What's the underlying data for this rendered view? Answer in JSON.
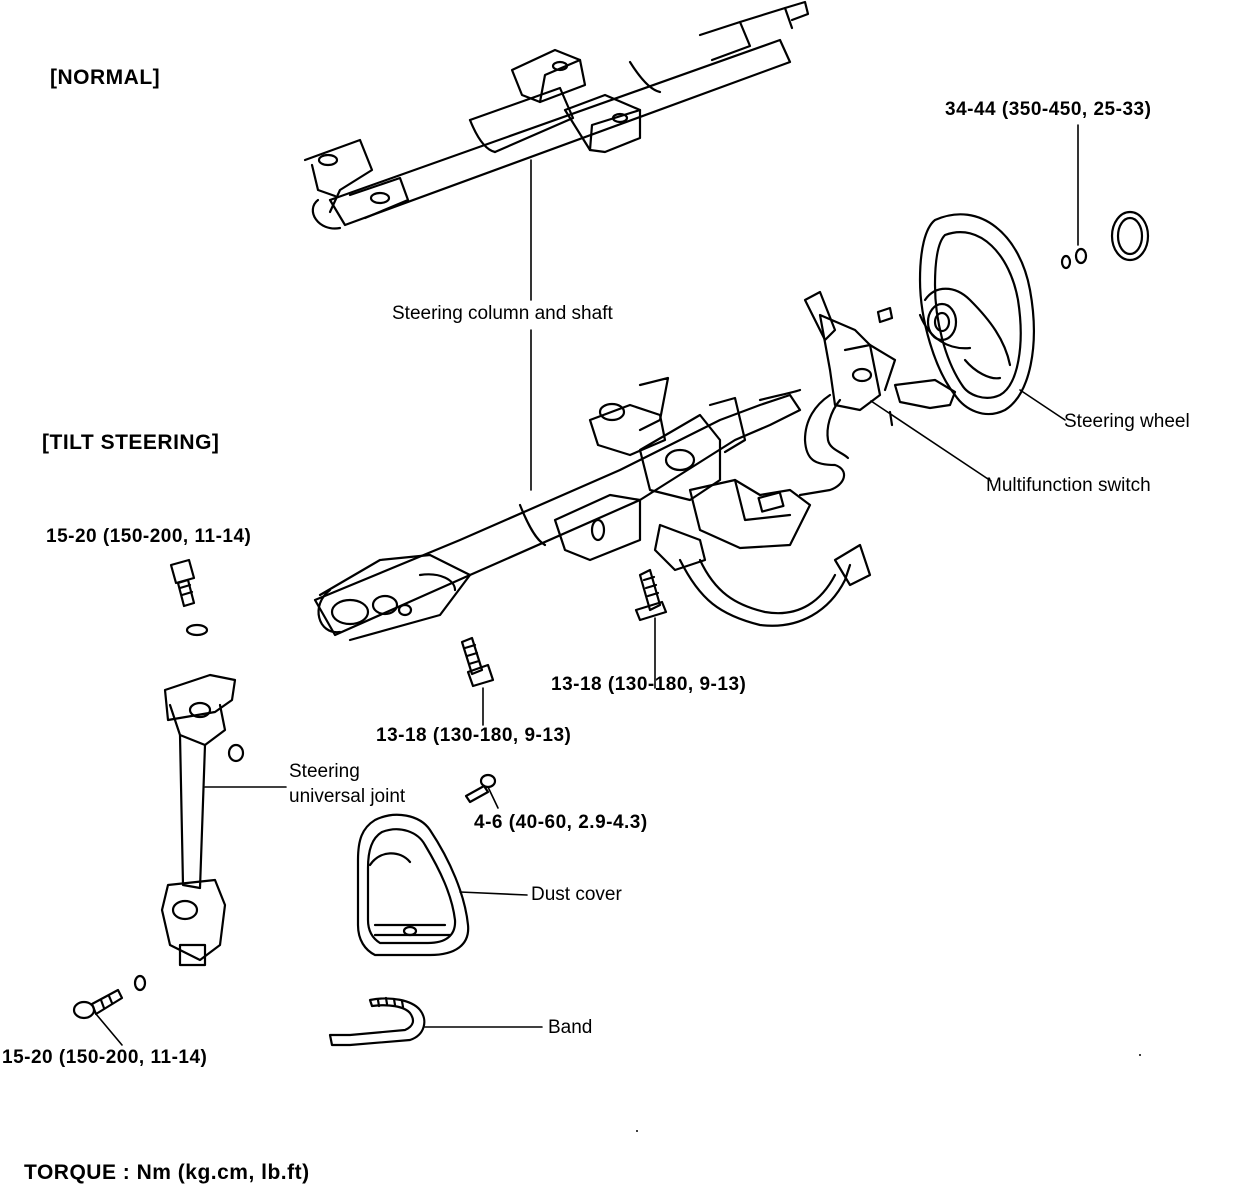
{
  "headings": {
    "normal": "[NORMAL]",
    "tilt": "[TILT STEERING]"
  },
  "torques": {
    "steering_wheel_nut": "34-44 (350-450, 25-33)",
    "upper_bolt": "15-20 (150-200, 11-14)",
    "column_bolt_right": "13-18 (130-180, 9-13)",
    "column_bolt_left": "13-18 (130-180, 9-13)",
    "dust_cover_bolt": "4-6 (40-60, 2.9-4.3)",
    "lower_bolt": "15-20 (150-200, 11-14)"
  },
  "parts": {
    "steering_column": "Steering column and shaft",
    "steering_wheel": "Steering wheel",
    "multifunction_switch": "Multifunction switch",
    "universal_joint_line1": "Steering",
    "universal_joint_line2": "universal joint",
    "dust_cover": "Dust cover",
    "band": "Band"
  },
  "footer": {
    "torque_units": "TORQUE : Nm (kg.cm, lb.ft)"
  },
  "colors": {
    "ink": "#000000",
    "paper": "#ffffff"
  }
}
